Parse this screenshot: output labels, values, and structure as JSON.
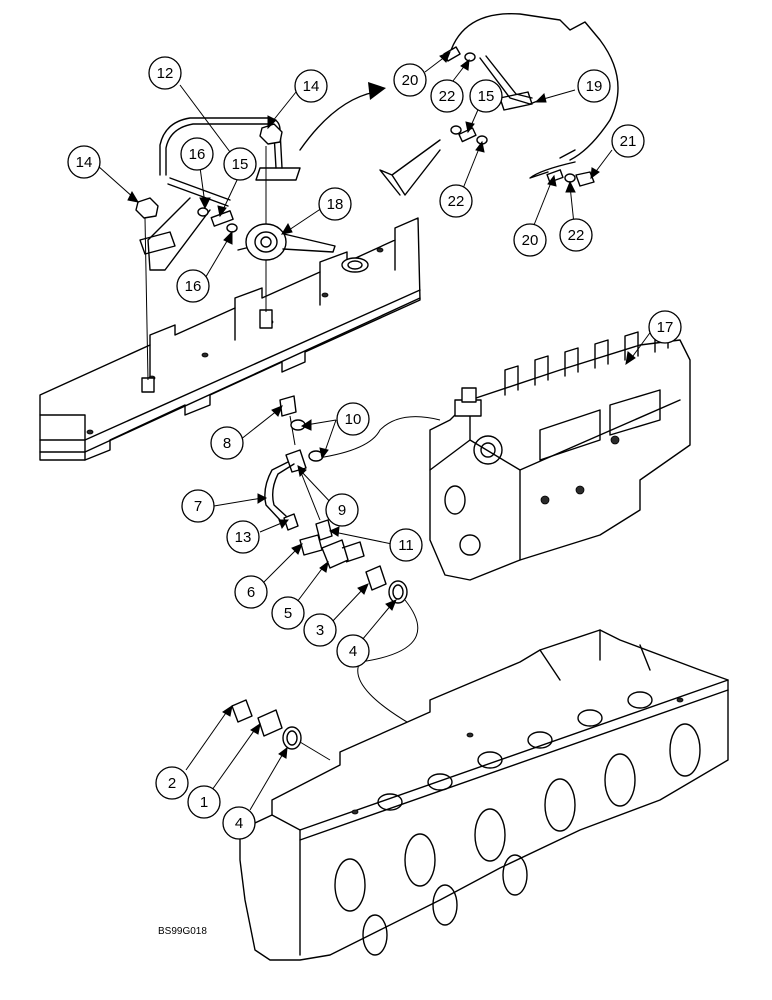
{
  "figure_ref": "BS99G018",
  "callouts": [
    {
      "label": "12",
      "part": "fuel-line-pump-to-head"
    },
    {
      "label": "14",
      "part": "nut-upper"
    },
    {
      "label": "14",
      "part": "nut-left"
    },
    {
      "label": "16",
      "part": "washer-upper"
    },
    {
      "label": "15",
      "part": "banjo-bolt-left"
    },
    {
      "label": "16",
      "part": "washer-lower"
    },
    {
      "label": "18",
      "part": "fuel-filter-valve"
    },
    {
      "label": "20",
      "part": "hose-end-upper"
    },
    {
      "label": "22",
      "part": "washer-right-a"
    },
    {
      "label": "15",
      "part": "banjo-bolt-right"
    },
    {
      "label": "19",
      "part": "fuel-line-detail"
    },
    {
      "label": "22",
      "part": "washer-right-b"
    },
    {
      "label": "21",
      "part": "fitting-lower-right"
    },
    {
      "label": "20",
      "part": "hose-end-lower"
    },
    {
      "label": "22",
      "part": "washer-right-c"
    },
    {
      "label": "17",
      "part": "injection-pump"
    },
    {
      "label": "10",
      "part": "sealing-washers"
    },
    {
      "label": "8",
      "part": "banjo-bolt"
    },
    {
      "label": "7",
      "part": "drain-line"
    },
    {
      "label": "9",
      "part": "connector"
    },
    {
      "label": "13",
      "part": "cap"
    },
    {
      "label": "11",
      "part": "elbow-fitting"
    },
    {
      "label": "6",
      "part": "adapter"
    },
    {
      "label": "5",
      "part": "tee-fitting"
    },
    {
      "label": "3",
      "part": "plug-adapter"
    },
    {
      "label": "4",
      "part": "o-ring-upper"
    },
    {
      "label": "2",
      "part": "plug"
    },
    {
      "label": "1",
      "part": "adapter-lower"
    },
    {
      "label": "4",
      "part": "o-ring-lower"
    }
  ]
}
